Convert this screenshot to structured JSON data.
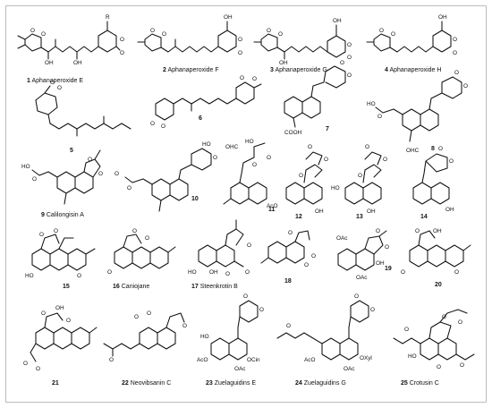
{
  "figure": {
    "compounds": [
      {
        "id": "c1",
        "number": "1",
        "name": "Aphanaperoxide E",
        "substituent": "R",
        "atoms": [
          "O",
          "O",
          "OH",
          "OH",
          "O",
          "O"
        ]
      },
      {
        "id": "c2",
        "number": "2",
        "name": "Aphanaperoxide F",
        "atoms": [
          "O",
          "O",
          "OH",
          "O",
          "O"
        ]
      },
      {
        "id": "c3",
        "number": "3",
        "name": "Aphanaperoxide G",
        "atoms": [
          "O",
          "O",
          "OH",
          "OH",
          "O",
          "O"
        ]
      },
      {
        "id": "c4",
        "number": "4",
        "name": "Aphanaperoxide H",
        "atoms": [
          "O",
          "O",
          "OH",
          "O",
          "O"
        ]
      },
      {
        "id": "c5",
        "number": "5",
        "name": "",
        "atoms": [
          "O",
          "O"
        ]
      },
      {
        "id": "c6",
        "number": "6",
        "name": "",
        "atoms": [
          "O",
          "O",
          "O",
          "O"
        ]
      },
      {
        "id": "c7",
        "number": "7",
        "name": "",
        "atoms": [
          "O",
          "O",
          "COOH"
        ]
      },
      {
        "id": "c8",
        "number": "8",
        "name": "",
        "atoms": [
          "O",
          "O",
          "HO",
          "O"
        ]
      },
      {
        "id": "c9",
        "number": "9",
        "name": "Calilongisin A",
        "atoms": [
          "HO",
          "O",
          "O",
          "O"
        ]
      },
      {
        "id": "c10",
        "number": "10",
        "name": "",
        "atoms": [
          "HO",
          "O",
          "O",
          "O"
        ]
      },
      {
        "id": "c11",
        "number": "11",
        "name": "",
        "atoms": [
          "OHC",
          "HO",
          "O",
          "O"
        ]
      },
      {
        "id": "c12",
        "number": "12",
        "name": "",
        "atoms": [
          "O",
          "O",
          "O",
          "AcO",
          "OH"
        ]
      },
      {
        "id": "c13",
        "number": "13",
        "name": "",
        "atoms": [
          "O",
          "O",
          "O",
          "HO",
          "OH"
        ]
      },
      {
        "id": "c14",
        "number": "14",
        "name": "",
        "atoms": [
          "OHC",
          "O",
          "O",
          "OH"
        ]
      },
      {
        "id": "c15",
        "number": "15",
        "name": "",
        "atoms": [
          "O",
          "O",
          "O",
          "HO"
        ]
      },
      {
        "id": "c16",
        "number": "16",
        "name": "Caniojane",
        "atoms": [
          "O",
          "O",
          "O"
        ]
      },
      {
        "id": "c17",
        "number": "17",
        "name": "Steenkrotin B",
        "atoms": [
          "O",
          "HO",
          "OH",
          "O",
          "O"
        ]
      },
      {
        "id": "c18",
        "number": "18",
        "name": "",
        "atoms": [
          "O",
          "O",
          "O"
        ]
      },
      {
        "id": "c19",
        "number": "19",
        "name": "",
        "atoms": [
          "OAc",
          "O",
          "O",
          "OH",
          "OAc"
        ]
      },
      {
        "id": "c20",
        "number": "20",
        "name": "",
        "atoms": [
          "O",
          "OH",
          "O",
          "O"
        ]
      },
      {
        "id": "c21",
        "number": "21",
        "name": "",
        "atoms": [
          "OH",
          "O",
          "O",
          "O",
          "O"
        ]
      },
      {
        "id": "c22",
        "number": "22",
        "name": "Neovibsanin C",
        "atoms": [
          "O",
          "O",
          "O",
          "O"
        ]
      },
      {
        "id": "c23",
        "number": "23",
        "name": "Zuelaguidins E",
        "atoms": [
          "O",
          "O",
          "HO",
          "AcO",
          "OCin",
          "OAc"
        ]
      },
      {
        "id": "c24",
        "number": "24",
        "name": "Zuelaguidins G",
        "atoms": [
          "O",
          "O",
          "O",
          "AcO",
          "OAc",
          "OXyl"
        ]
      },
      {
        "id": "c25",
        "number": "25",
        "name": "Crotusin C",
        "atoms": [
          "O",
          "O",
          "O",
          "HO",
          "O",
          "O"
        ]
      }
    ]
  }
}
